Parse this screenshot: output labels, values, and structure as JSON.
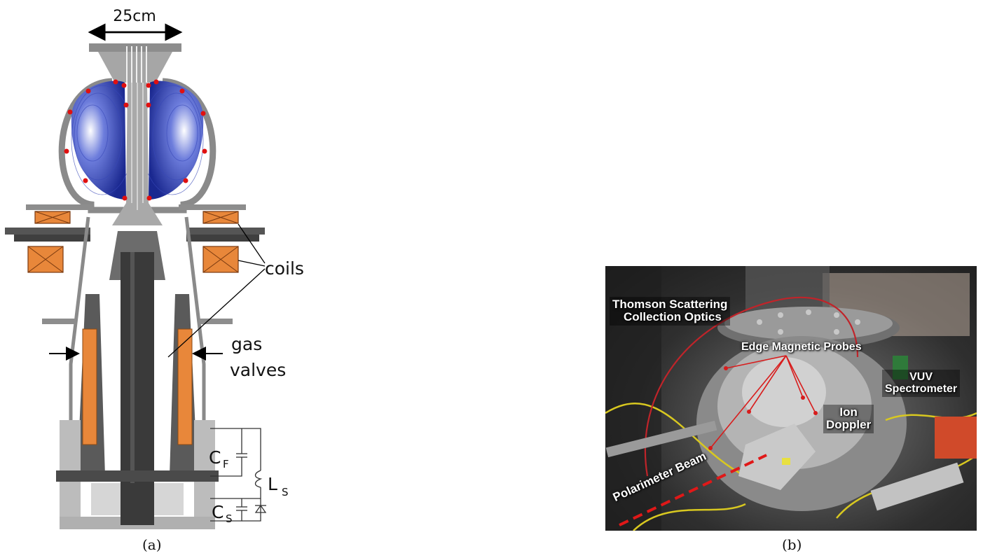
{
  "figure": {
    "panel_a": {
      "caption": "(a)",
      "dimension_label": "25cm",
      "coils_label": "coils",
      "gas_valves_label_1": "gas",
      "gas_valves_label_2": "valves",
      "cf_label": "C",
      "cf_sub": "F",
      "cs_label": "C",
      "cs_sub": "S",
      "ls_label": "L",
      "ls_sub": "S"
    },
    "panel_b": {
      "caption": "(b)",
      "labels": {
        "thomson_1": "Thomson  Scattering",
        "thomson_2": "Collection Optics",
        "edge_probes": "Edge Magnetic Probes",
        "vuv_1": "VUV",
        "vuv_2": "Spectrometer",
        "ion_1": "Ion",
        "ion_2": "Doppler",
        "polarimeter": "Polarimeter Beam"
      }
    }
  },
  "colors": {
    "vessel_gray": "#9a9a9a",
    "dark_gray": "#4a4a4a",
    "coil_orange": "#e8873a",
    "flux_blue": "#1f2fa0",
    "probe_red": "#e01010",
    "arrow_red": "#d81c1c"
  }
}
